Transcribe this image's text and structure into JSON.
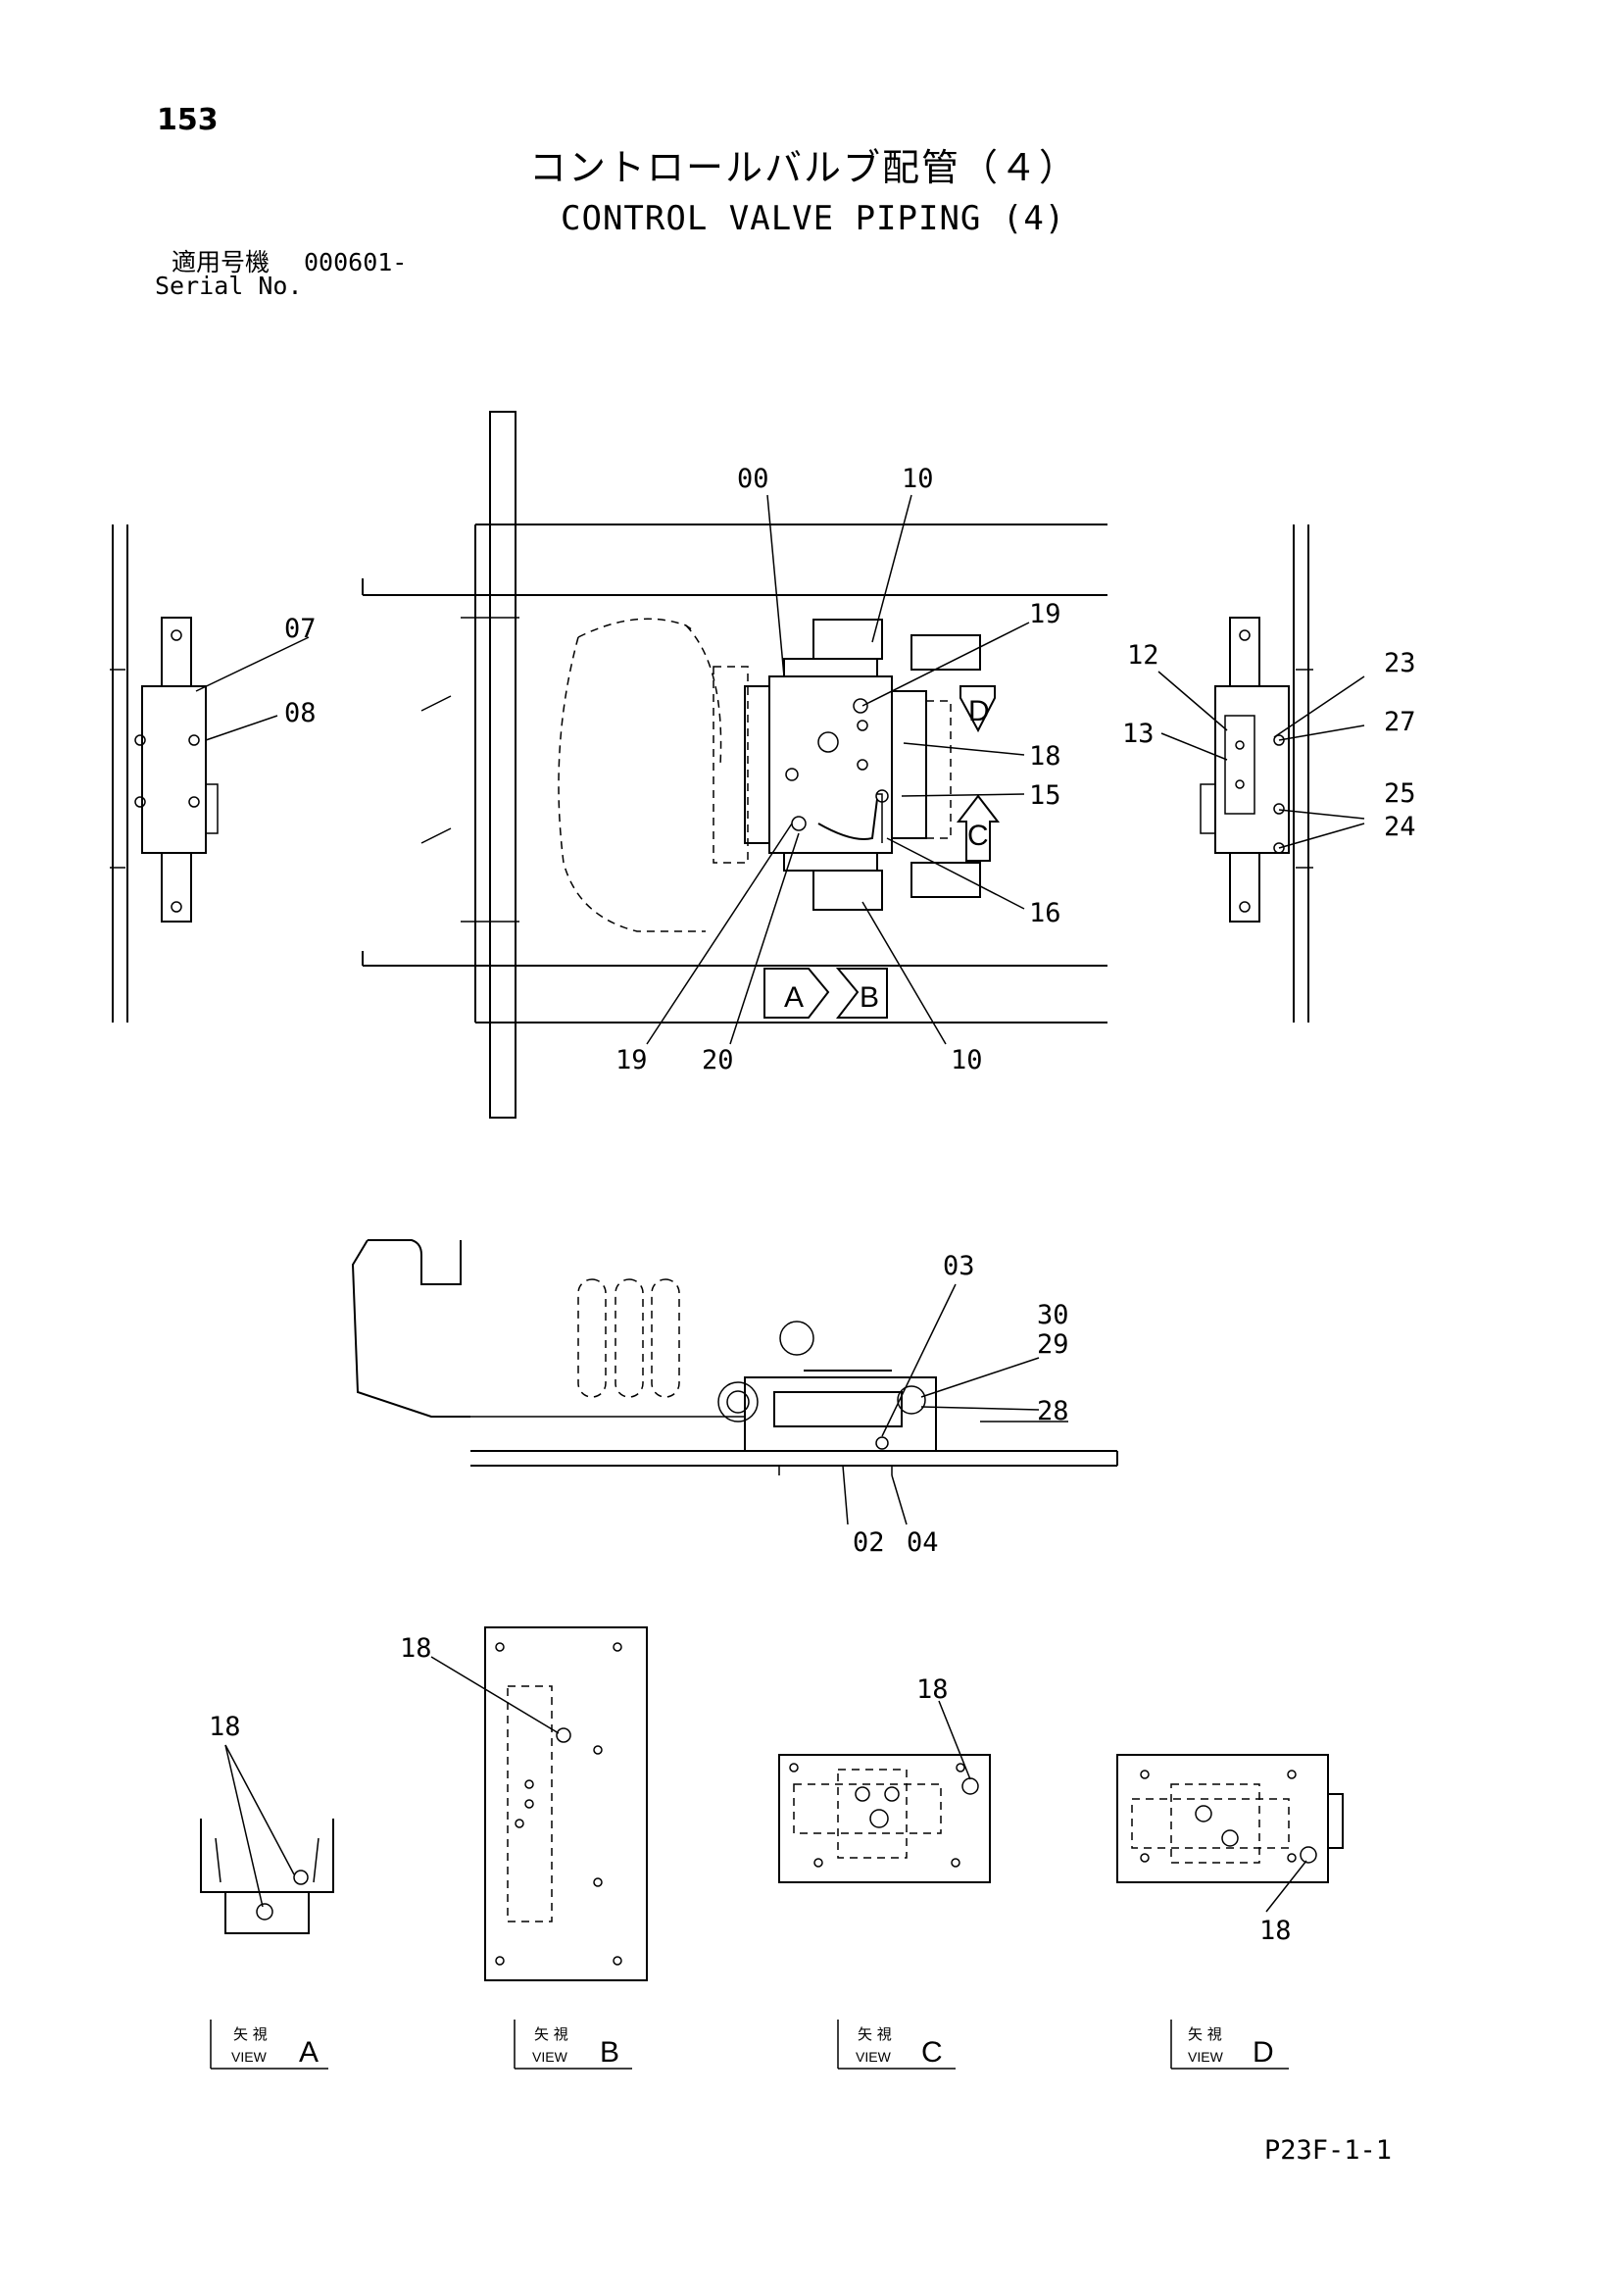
{
  "header": {
    "page_number": "153",
    "title_jp": "コントロールバルブ配管（４）",
    "title_en": "CONTROL VALVE PIPING (4)",
    "serial_label_jp": "適用号機",
    "serial_value": "000601-",
    "serial_label_en": "Serial No."
  },
  "footer": {
    "page_code": "P23F-1-1"
  },
  "callouts": {
    "c00": "00",
    "c10_top": "10",
    "c07": "07",
    "c08": "08",
    "c19_top": "19",
    "c18_main": "18",
    "c15": "15",
    "c16": "16",
    "c19_bottom": "19",
    "c20": "20",
    "c10_bottom": "10",
    "c12": "12",
    "c13": "13",
    "c23": "23",
    "c27": "27",
    "c25": "25",
    "c24": "24",
    "c03": "03",
    "c30": "30",
    "c29": "29",
    "c28": "28",
    "c02": "02",
    "c04": "04",
    "c18_view_b": "18",
    "c18_view_a": "18",
    "c18_view_c": "18",
    "c18_view_d": "18"
  },
  "view_arrows": {
    "a": "A",
    "b": "B",
    "c": "C",
    "d": "D"
  },
  "views": [
    {
      "jp": "矢 視",
      "en": "VIEW",
      "letter": "A"
    },
    {
      "jp": "矢 視",
      "en": "VIEW",
      "letter": "B"
    },
    {
      "jp": "矢 視",
      "en": "VIEW",
      "letter": "C"
    },
    {
      "jp": "矢 視",
      "en": "VIEW",
      "letter": "D"
    }
  ]
}
